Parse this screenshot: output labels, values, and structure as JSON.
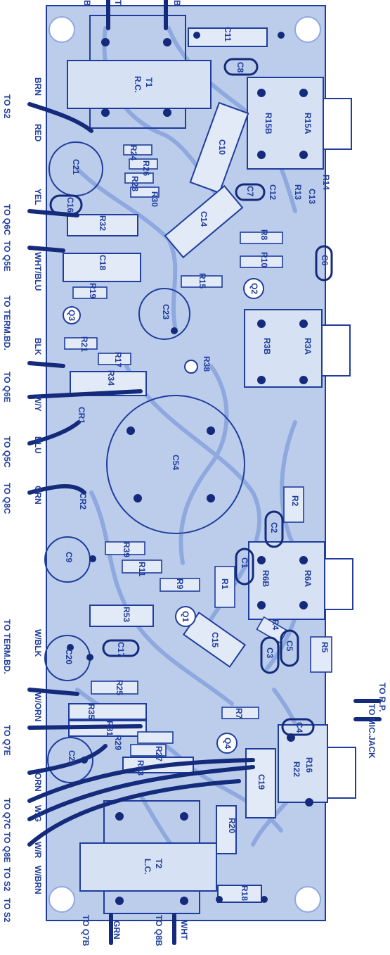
{
  "colors": {
    "board_tint": "#bccdec",
    "trace": "#8fa9df",
    "ink": "#1f3d9c",
    "wire": "#142a7a"
  },
  "labels": {
    "t1": "T1",
    "rc": "R.C.",
    "t2": "T2",
    "lc": "L.C.",
    "c11": "C11",
    "c8": "C8",
    "c10": "C10",
    "c7": "C7",
    "c12": "C12",
    "c13": "C13",
    "c14": "C14",
    "c6": "C6",
    "c21": "C21",
    "c16": "C16",
    "c18": "C18",
    "c23": "C23",
    "c54": "C54",
    "c2": "C2",
    "c1": "C1",
    "c9": "C9",
    "c17": "C17",
    "c15": "C15",
    "c20": "C20",
    "c3": "C3",
    "c5": "C5",
    "c4": "C4",
    "c22": "C22",
    "c19": "C19",
    "r15a": "R15A",
    "r15b": "R15B",
    "r24": "R24",
    "r26": "R26",
    "r28": "R28",
    "r30": "R30",
    "r13": "R13",
    "r14": "R14",
    "r32": "R32",
    "r8": "R8",
    "r10": "R10",
    "r15": "R15",
    "r19": "R19",
    "r3a": "R3A",
    "r3b": "R3B",
    "r21": "R21",
    "r17": "R17",
    "r34": "R34",
    "r38": "R38",
    "r2": "R2",
    "r6a": "R6A",
    "r6b": "R6B",
    "r39": "R39",
    "r11": "R11",
    "r1": "R1",
    "r9": "R9",
    "r53": "R53",
    "r4": "R4",
    "r5": "R5",
    "r25": "R25",
    "r35": "R35",
    "r31": "R31",
    "r29": "R29",
    "r27": "R27",
    "r33": "R33",
    "r7": "R7",
    "r16": "R16",
    "r22": "R22",
    "r20": "R20",
    "r18": "R18",
    "q1": "Q1",
    "q2": "Q2",
    "q3": "Q3",
    "q4": "Q4",
    "cr1": "CR1",
    "cr2": "CR2",
    "top_b1": "B",
    "top_t": "T",
    "top_b2": "B",
    "brn": "BRN",
    "to_s2": "TO S2",
    "red": "RED",
    "yel": "YEL",
    "to_q6c": "TO Q6C",
    "to_q5e": "TO Q5E",
    "wht_blu": "WHT/BLU",
    "blk": "BLK",
    "to_termbd": "TO TERM.BD.",
    "to_q6e": "TO Q6E",
    "wy": "W/Y",
    "to_q5c": "TO Q5C",
    "blu": "BLU",
    "to_q8c": "TO Q8C",
    "grn": "GRN",
    "wblk": "W/BLK",
    "to_termbd2": "TO TERM.BD.",
    "worn": "W/ORN",
    "to_q7e": "TO Q7E",
    "orn": "ORN",
    "to_q7c": "TO Q7C",
    "to_q8e": "TO Q8E",
    "to_s2a": "TO S2",
    "to_s2b": "TO S2",
    "wg": "W/G",
    "wr": "W/R",
    "wbrn": "W/BRN",
    "to_q7b": "TO Q7B",
    "grn2": "GRN",
    "to_q8b": "TO Q8B",
    "wht": "WHT",
    "to_rp": "TO R.P.",
    "to_mic": "TO MIC.JACK"
  }
}
